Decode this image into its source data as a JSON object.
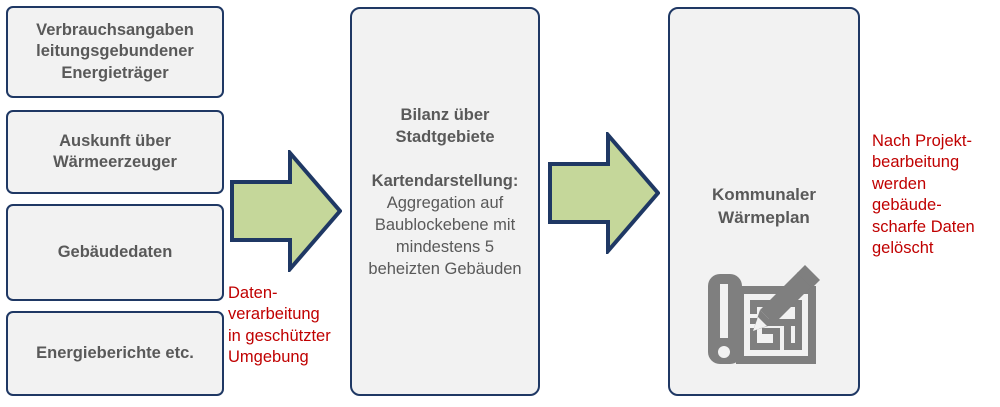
{
  "diagram": {
    "sources": [
      {
        "label": "Verbrauchsangaben\nleitungsgebundener\nEnergieträger"
      },
      {
        "label": "Auskunft über\nWärmeerzeuger"
      },
      {
        "label": "Gebäudedaten"
      },
      {
        "label": "Energieberichte etc."
      }
    ],
    "process": {
      "heading": "Bilanz über\nStadtgebiete",
      "subheading": "Kartendarstellung:",
      "body": "Aggregation auf\nBaublockebene mit\nmindestens 5\nbeheizten Gebäuden"
    },
    "output": {
      "label": "Kommunaler\nWärmeplan",
      "icon": "blueprint-pencil-icon"
    },
    "arrows": [
      {
        "name": "arrow-sources-to-process",
        "direction": "right"
      },
      {
        "name": "arrow-process-to-output",
        "direction": "right"
      }
    ],
    "notes": [
      {
        "name": "note-data-processing",
        "text": "Daten-\nverarbeitung\nin geschützter\nUmgebung"
      },
      {
        "name": "note-data-deletion",
        "text": "Nach Projekt-\nbearbeitung\nwerden\ngebäude-\nscharfe Daten\ngelöscht"
      }
    ]
  },
  "colors": {
    "box_fill": "#F2F2F2",
    "box_border": "#1F3864",
    "box_text": "#595959",
    "arrow_fill": "#C5D79A",
    "arrow_border": "#1F3864",
    "note_text": "#C00000",
    "icon_gray": "#7F7F7F",
    "background": "#FFFFFF"
  }
}
